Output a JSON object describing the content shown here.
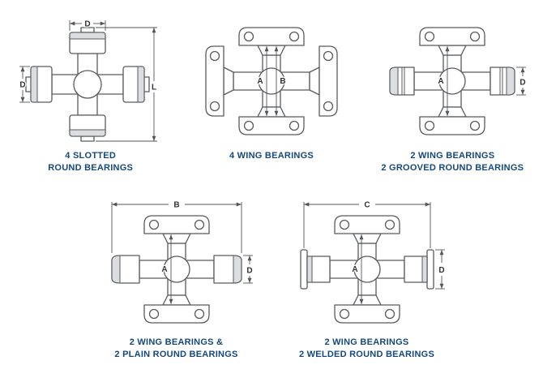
{
  "colors": {
    "background": "#FFFFFF",
    "caption_text": "#15497B",
    "drawing_line": "#595A5C",
    "dimension_label_text": "#333333",
    "bearing_shade": "#DCDDE0"
  },
  "diagrams": [
    {
      "caption": [
        "4 SLOTTED",
        "ROUND BEARINGS"
      ],
      "dims": {
        "top": "D",
        "left": "D",
        "right": "L"
      }
    },
    {
      "caption": [
        "4 WING BEARINGS"
      ],
      "dims": {
        "a": "A",
        "b": "B"
      }
    },
    {
      "caption": [
        "2 WING BEARINGS",
        "2 GROOVED ROUND BEARINGS"
      ],
      "dims": {
        "a": "A",
        "d": "D"
      }
    },
    {
      "caption": [
        "2 WING BEARINGS &",
        "2 PLAIN ROUND BEARINGS"
      ],
      "dims": {
        "a": "A",
        "b": "B",
        "d": "D"
      }
    },
    {
      "caption": [
        "2 WING BEARINGS",
        "2 WELDED ROUND BEARINGS"
      ],
      "dims": {
        "a": "A",
        "c": "C",
        "d": "D"
      }
    }
  ]
}
